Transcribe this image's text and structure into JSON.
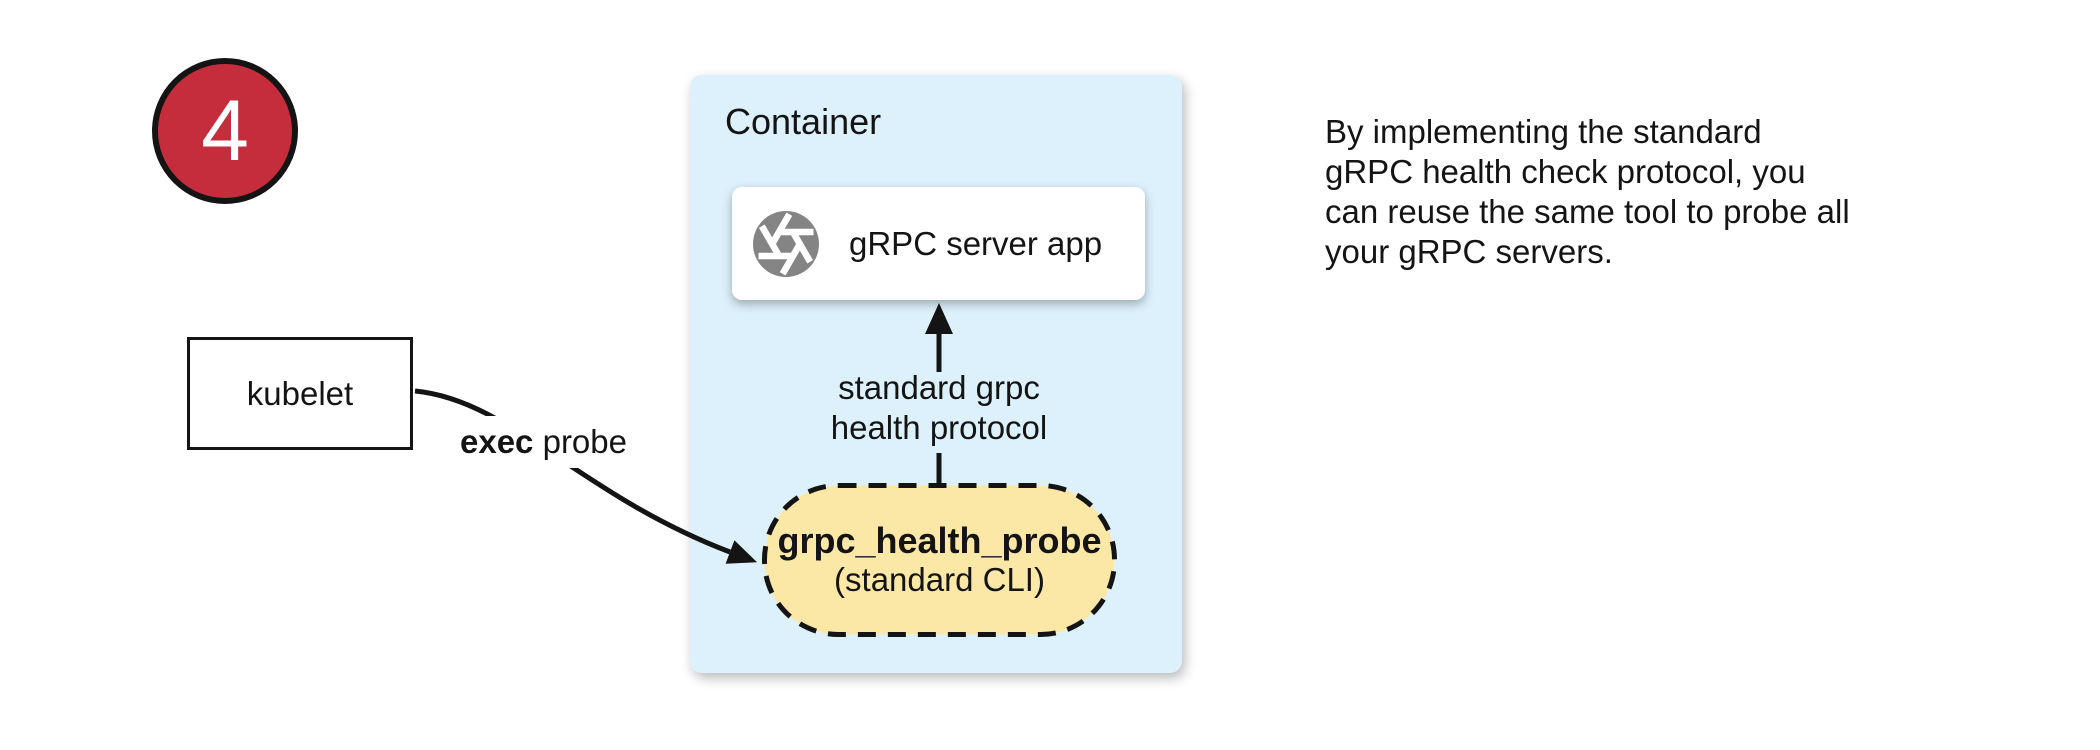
{
  "badge": {
    "number": "4"
  },
  "kubelet_box": {
    "label": "kubelet"
  },
  "exec_label": {
    "bold": "exec",
    "rest": " probe"
  },
  "container": {
    "title": "Container",
    "server_box": {
      "label": "gRPC server app",
      "icon": "aperture-icon"
    },
    "arrow_label": {
      "lines": [
        "standard grpc",
        "health protocol"
      ]
    },
    "probe_pill": {
      "title": "grpc_health_probe",
      "subtitle": "(standard CLI)"
    }
  },
  "note": {
    "lines": [
      "By implementing the standard",
      "gRPC health check protocol, you",
      "can reuse the same tool to probe all",
      "your gRPC servers."
    ]
  },
  "colors": {
    "badge_red": "#C62D3C",
    "container_blue": "#DDF1FC",
    "probe_yellow": "#FCE8A6",
    "icon_gray": "#848484",
    "ink": "#141414"
  }
}
